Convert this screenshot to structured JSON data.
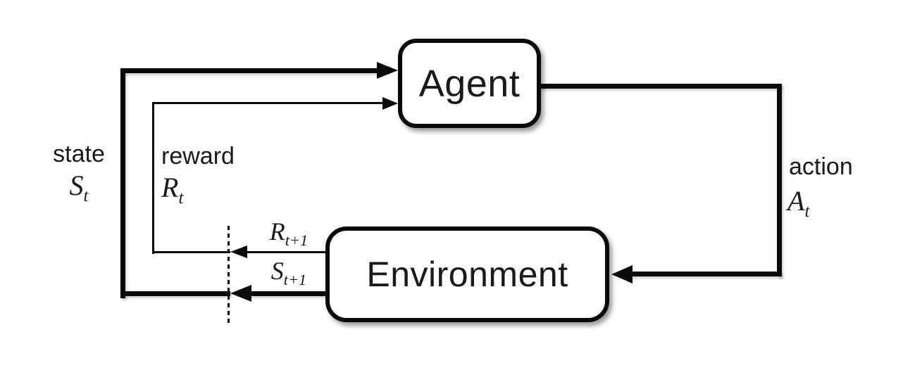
{
  "diagram": {
    "background": "#ffffff",
    "ink_color": "#0a0a0a",
    "nodes": {
      "agent": {
        "label": "Agent"
      },
      "environment": {
        "label": "Environment"
      }
    },
    "signals": {
      "state": {
        "word": "state",
        "symbol_base": "S",
        "symbol_sub": "t"
      },
      "reward": {
        "word": "reward",
        "symbol_base": "R",
        "symbol_sub": "t"
      },
      "action": {
        "word": "action",
        "symbol_base": "A",
        "symbol_sub": "t"
      },
      "next_reward": {
        "symbol_base": "R",
        "symbol_sub": "t+1"
      },
      "next_state": {
        "symbol_base": "S",
        "symbol_sub": "t+1"
      }
    }
  }
}
